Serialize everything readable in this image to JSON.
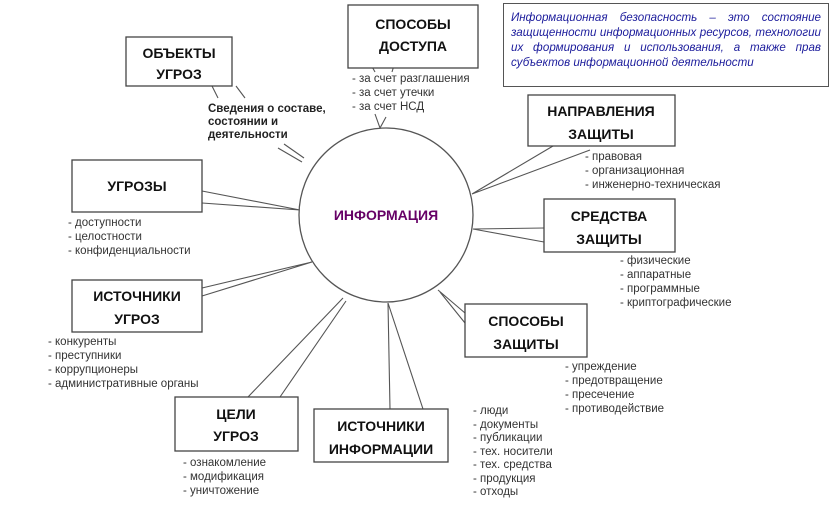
{
  "definition": "Информационная безопасность – это состояние защищенности информационных ресурсов, технологии их формирования и использования, а также прав субъектов информационной деятельности",
  "center": "ИНФОРМАЦИЯ",
  "colors": {
    "center_text": "#660066",
    "definition_text": "#1c1c9c"
  },
  "nodes": {
    "threat_objects": {
      "title": [
        "ОБЪЕКТЫ",
        "УГРОЗ"
      ],
      "note": [
        "Сведения о составе,",
        "состоянии и",
        "деятельности"
      ]
    },
    "access_methods": {
      "title": [
        "СПОСОБЫ",
        "ДОСТУПА"
      ],
      "items": [
        "- за счет разглашения",
        "- за счет утечки",
        "- за счет НСД"
      ]
    },
    "protection_directions": {
      "title": [
        "НАПРАВЛЕНИЯ",
        "ЗАЩИТЫ"
      ],
      "items": [
        "- правовая",
        "- организационная",
        "- инженерно-техническая"
      ]
    },
    "protection_means": {
      "title": [
        "СРЕДСТВА",
        "ЗАЩИТЫ"
      ],
      "items": [
        "- физические",
        "- аппаратные",
        "- программные",
        "- криптографические"
      ]
    },
    "protection_methods": {
      "title": [
        "СПОСОБЫ",
        "ЗАЩИТЫ"
      ],
      "items": [
        "- упреждение",
        "- предотвращение",
        "- пресечение",
        "- противодействие"
      ]
    },
    "info_sources": {
      "title": [
        "ИСТОЧНИКИ",
        "ИНФОРМАЦИИ"
      ],
      "items": [
        "- люди",
        "- документы",
        "- публикации",
        "- тех. носители",
        "- тех. средства",
        "- продукция",
        "- отходы"
      ]
    },
    "threat_goals": {
      "title": [
        "ЦЕЛИ",
        "УГРОЗ"
      ],
      "items": [
        "- ознакомление",
        "- модификация",
        "- уничтожение"
      ]
    },
    "threat_sources": {
      "title": [
        "ИСТОЧНИКИ",
        "УГРОЗ"
      ],
      "items": [
        "- конкуренты",
        "- преступники",
        "- коррупционеры",
        "- административные органы"
      ]
    },
    "threats": {
      "title": [
        "УГРОЗЫ"
      ],
      "items": [
        "- доступности",
        "- целостности",
        "- конфиденциальности"
      ]
    }
  }
}
